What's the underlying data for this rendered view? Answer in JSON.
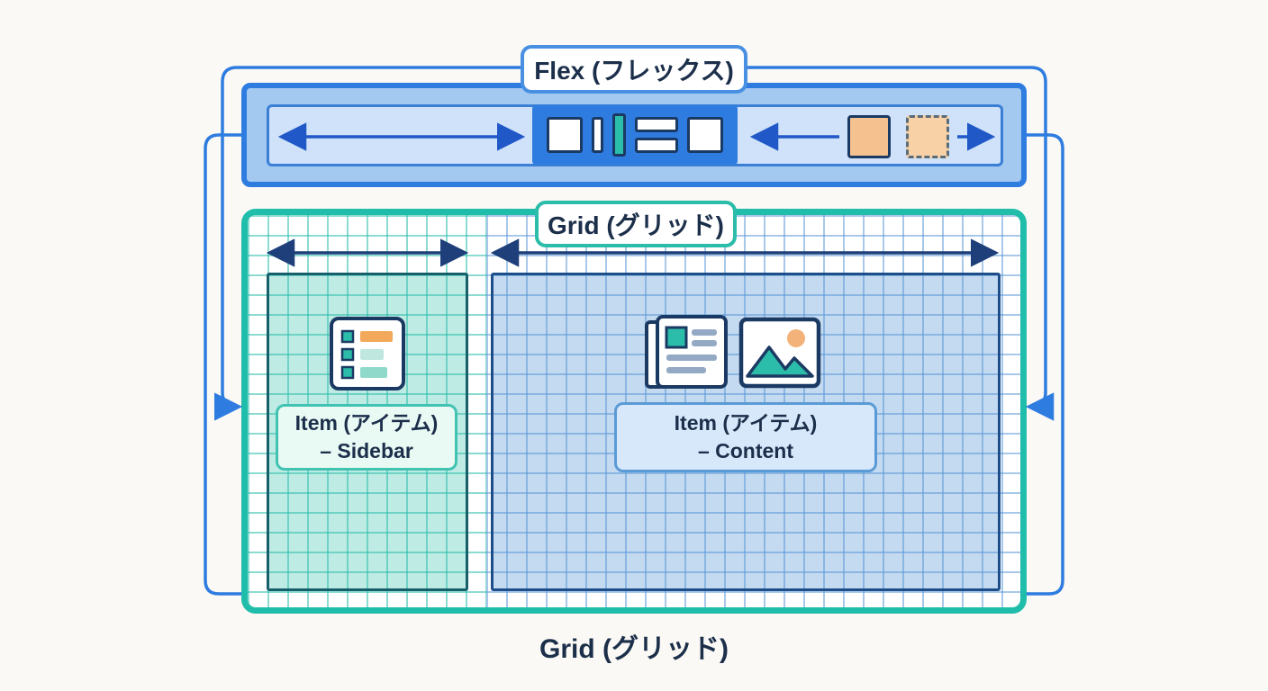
{
  "flex": {
    "label": "Flex (フレックス)",
    "colors": {
      "bar_border": "#2e7ce0",
      "bar_fill": "#a3c9f1",
      "track_fill": "#cfe2f9",
      "items_block": "#2e7ce0",
      "teal_item": "#2cbcaa",
      "orange_item": "#f5c28f"
    }
  },
  "grid": {
    "top_label": "Grid (グリッド)",
    "bottom_label": "Grid (グリッド)",
    "border_color": "#1fbdaa",
    "sidebar_item": {
      "line1": "Item (アイテム)",
      "line2": "– Sidebar"
    },
    "content_item": {
      "line1": "Item (アイテム)",
      "line2": "– Content"
    }
  },
  "icons": {
    "list_icon": "list",
    "document_icon": "document",
    "image_icon": "image"
  },
  "text_color": "#1c2f4a"
}
